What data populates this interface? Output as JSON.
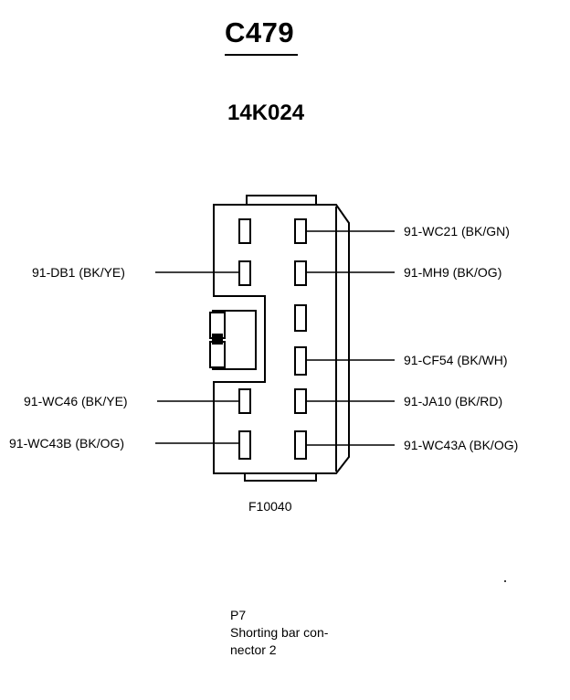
{
  "header": {
    "title": "C479",
    "subtitle": "14K024"
  },
  "connector": {
    "figure_id": "F10040",
    "left_labels": [
      "91-DB1 (BK/YE)",
      "91-WC46 (BK/YE)",
      "91-WC43B (BK/OG)"
    ],
    "right_labels": [
      "91-WC21 (BK/GN)",
      "91-MH9 (BK/OG)",
      "91-CF54 (BK/WH)",
      "91-JA10 (BK/RD)",
      "91-WC43A (BK/OG)"
    ]
  },
  "note": {
    "pin": "P7",
    "line1": "Shorting bar con-",
    "line2": "nector 2"
  }
}
